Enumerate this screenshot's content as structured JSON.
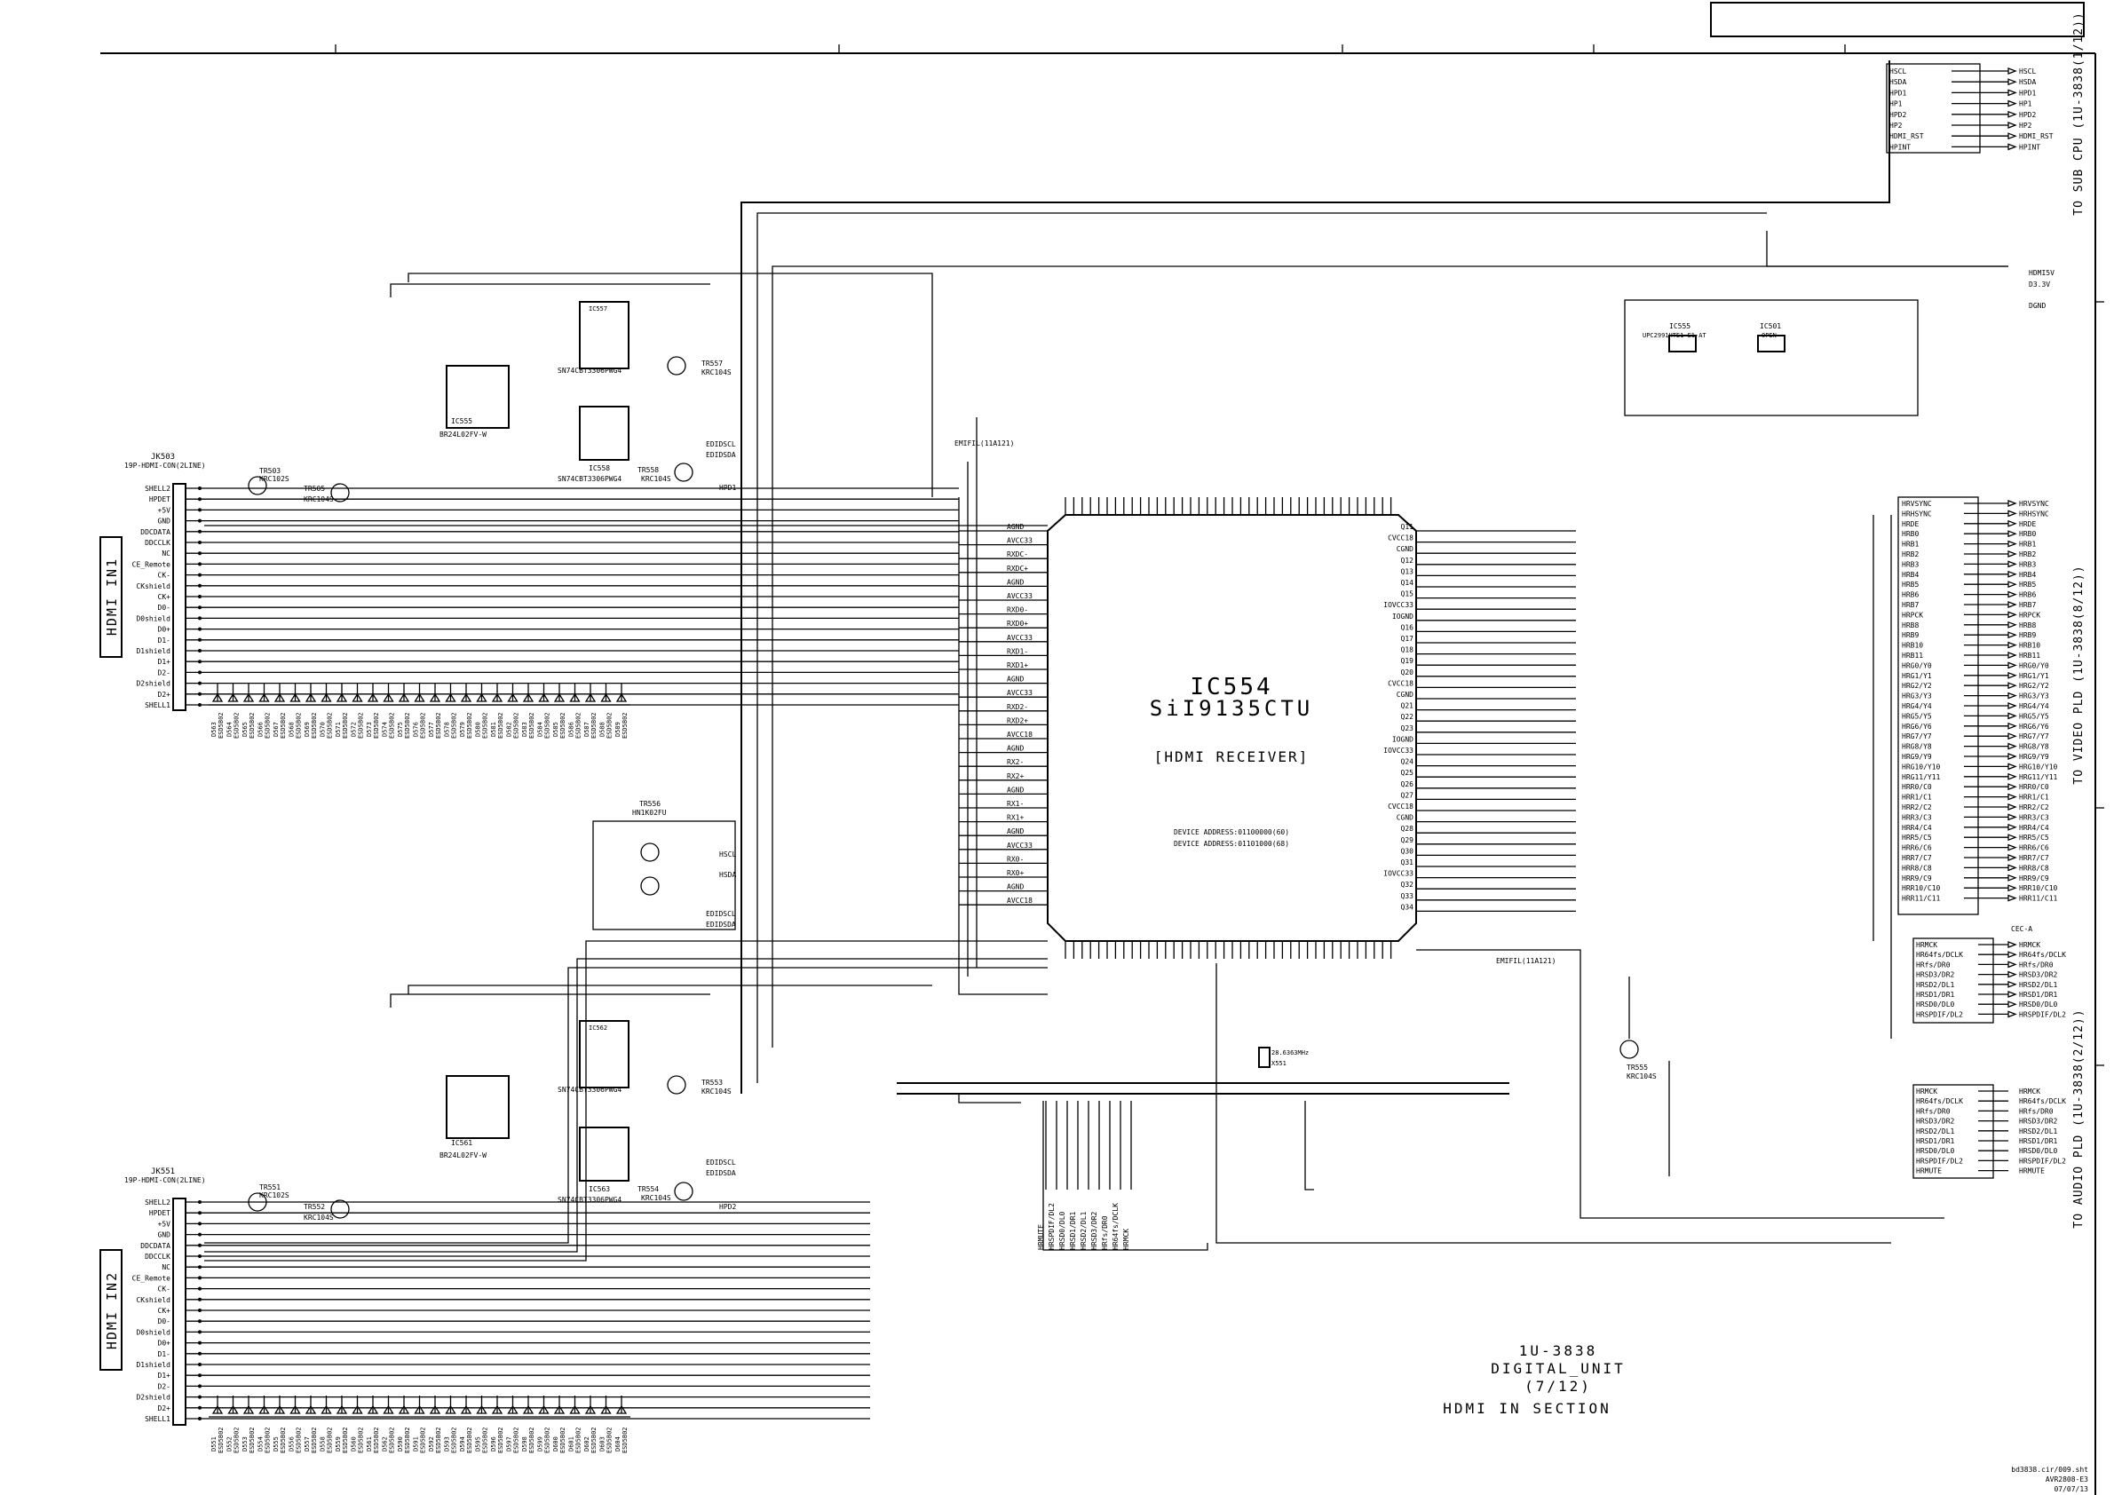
{
  "ic": {
    "ref": "IC554",
    "part": "SiI9135CTU",
    "function": "[HDMI RECEIVER]",
    "addr1": "DEVICE ADDRESS:01100000(60)",
    "addr2": "DEVICE ADDRESS:01101000(68)",
    "left_pins": [
      "AGND",
      "AVCC33",
      "RXDC-",
      "RXDC+",
      "AGND",
      "AVCC33",
      "RXD0-",
      "RXD0+",
      "AVCC33",
      "RXD1-",
      "RXD1+",
      "AGND",
      "AVCC33",
      "RXD2-",
      "RXD2+",
      "AVCC18",
      "AGND",
      "RX2-",
      "RX2+",
      "AGND",
      "RX1-",
      "RX1+",
      "AGND",
      "AVCC33",
      "RX0-",
      "RX0+",
      "AGND",
      "AVCC18"
    ],
    "right_pins": [
      "Q11",
      "CVCC18",
      "CGND",
      "Q12",
      "Q13",
      "Q14",
      "Q15",
      "IOVCC33",
      "IOGND",
      "Q16",
      "Q17",
      "Q18",
      "Q19",
      "Q20",
      "CVCC18",
      "CGND",
      "Q21",
      "Q22",
      "Q23",
      "IOGND",
      "IOVCC33",
      "Q24",
      "Q25",
      "Q26",
      "Q27",
      "CVCC18",
      "CGND",
      "Q28",
      "Q29",
      "Q30",
      "Q31",
      "IOVCC33",
      "Q32",
      "Q33",
      "Q34"
    ]
  },
  "connectors": [
    {
      "ref": "JK503",
      "type": "19P-HDMI-CON(2LINE)",
      "label": "HDMI IN1",
      "pins": [
        "SHELL2",
        "HPDET",
        "+5V",
        "GND",
        "DDCDATA",
        "DDCCLK",
        "NC",
        "CE_Remote",
        "CK-",
        "CKshield",
        "CK+",
        "D0-",
        "D0shield",
        "D0+",
        "D1-",
        "D1shield",
        "D1+",
        "D2-",
        "D2shield",
        "D2+",
        "SHELL1"
      ]
    },
    {
      "ref": "JK551",
      "type": "19P-HDMI-CON(2LINE)",
      "label": "HDMI IN2",
      "pins": [
        "SHELL2",
        "HPDET",
        "+5V",
        "GND",
        "DDCDATA",
        "DDCCLK",
        "NC",
        "CE_Remote",
        "CK-",
        "CKshield",
        "CK+",
        "D0-",
        "D0shield",
        "D0+",
        "D1-",
        "D1shield",
        "D1+",
        "D2-",
        "D2shield",
        "D2+",
        "SHELL1"
      ]
    }
  ],
  "esd_parts": {
    "upper": [
      "D563",
      "D564",
      "D565",
      "D566",
      "D567",
      "D568",
      "D569",
      "D570",
      "D571",
      "D572",
      "D573",
      "D574",
      "D575",
      "D576",
      "D577",
      "D578",
      "D579",
      "D580",
      "D581",
      "D582",
      "D583",
      "D584",
      "D585",
      "D586",
      "D587",
      "D588",
      "D589"
    ],
    "lower": [
      "D551",
      "D552",
      "D553",
      "D554",
      "D555",
      "D556",
      "D557",
      "D558",
      "D559",
      "D560",
      "D561",
      "D562",
      "D590",
      "D591",
      "D592",
      "D593",
      "D594",
      "D595",
      "D596",
      "D597",
      "D598",
      "D599",
      "D600",
      "D601",
      "D602",
      "D603",
      "D604"
    ],
    "value": "ESD5B02"
  },
  "small_parts": {
    "tr_upper": [
      "TR503",
      "KRC102S",
      "TR505",
      "KRC104S",
      "TR557",
      "KRC104S",
      "TR558",
      "KRC104S"
    ],
    "tr_lower": [
      "TR551",
      "KRC102S",
      "TR552",
      "KRC104S",
      "TR553",
      "KRC104S",
      "TR554",
      "KRC104S"
    ],
    "ic_upper": [
      "IC555",
      "BR24L02FV-W",
      "IC557",
      "SN74CBT3306PWG4",
      "IC558",
      "SN74CBT3306PWG4"
    ],
    "ic_lower": [
      "IC561",
      "BR24L02FV-W",
      "IC562",
      "SN74CBT3306PWG4",
      "IC563",
      "SN74CBT3306PWG4"
    ],
    "mid_tr": [
      "TR556",
      "HN1K02FU"
    ],
    "bus_labels": [
      "EDIDSCL",
      "EDIDSDA",
      "HPD1",
      "HPD2",
      "HSCL",
      "HSDA"
    ]
  },
  "nets": {
    "to_sub_cpu": [
      "HSCL",
      "HSDA",
      "HPD1",
      "HP1",
      "HPD2",
      "HP2",
      "HDMI_RST",
      "HPINT"
    ],
    "to_sub_cpu_caption": "TO SUB CPU (1U-3838(1/12))",
    "power": [
      "HDMI5V",
      "D3.3V",
      "DGND"
    ],
    "to_video": [
      "HRVSYNC",
      "HRHSYNC",
      "HRDE",
      "HRB0",
      "HRB1",
      "HRB2",
      "HRB3",
      "HRB4",
      "HRB5",
      "HRB6",
      "HRB7",
      "HRPCK",
      "HRB8",
      "HRB9",
      "HRB10",
      "HRB11",
      "HRG0/Y0",
      "HRG1/Y1",
      "HRG2/Y2",
      "HRG3/Y3",
      "HRG4/Y4",
      "HRG5/Y5",
      "HRG6/Y6",
      "HRG7/Y7",
      "HRG8/Y8",
      "HRG9/Y9",
      "HRG10/Y10",
      "HRG11/Y11",
      "HRR0/C0",
      "HRR1/C1",
      "HRR2/C2",
      "HRR3/C3",
      "HRR4/C4",
      "HRR5/C5",
      "HRR6/C6",
      "HRR7/C7",
      "HRR8/C8",
      "HRR9/C9",
      "HRR10/C10",
      "HRR11/C11"
    ],
    "to_video_caption": "TO VIDEO PLD (1U-3838(8/12))",
    "cec": "CEC-A",
    "to_audio": [
      "HRMCK",
      "HR64fs/DCLK",
      "HRfs/DR0",
      "HRSD3/DR2",
      "HRSD2/DL1",
      "HRSD1/DR1",
      "HRSD0/DL0",
      "HRSPDIF/DL2",
      "HRMUTE"
    ],
    "to_audio_caption": "TO AUDIO PLD (1U-3838(2/12))",
    "bottom_bus": [
      "HRMUTE",
      "HRSPDIF/DL2",
      "HRSD0/DL0",
      "HRSD1/DR1",
      "HRSD2/DL1",
      "HRSD3/DR2",
      "HRfs/DR0",
      "HR64fs/DCLK",
      "HRMCK"
    ]
  },
  "parts": {
    "ferrite": "EMIFIL(11A121)",
    "osc": "OPEN",
    "ic555b": "IC555",
    "ic555b_part": "UPC2991HTE1-E1-AT",
    "ic501": "IC501",
    "ic501_part": "OPEN",
    "tr555": "TR555",
    "tr555_part": "KRC104S",
    "xtal": "X551",
    "xtal_value": "28.6363MHz"
  },
  "title_block": {
    "board": "1U-3838",
    "unit": "DIGITAL_UNIT",
    "sheet": "(7/12)",
    "section": "HDMI IN SECTION"
  },
  "footer": {
    "file": "bd3838.cir/009.sht",
    "model": "AVR2808-E3",
    "date": "07/07/13"
  }
}
